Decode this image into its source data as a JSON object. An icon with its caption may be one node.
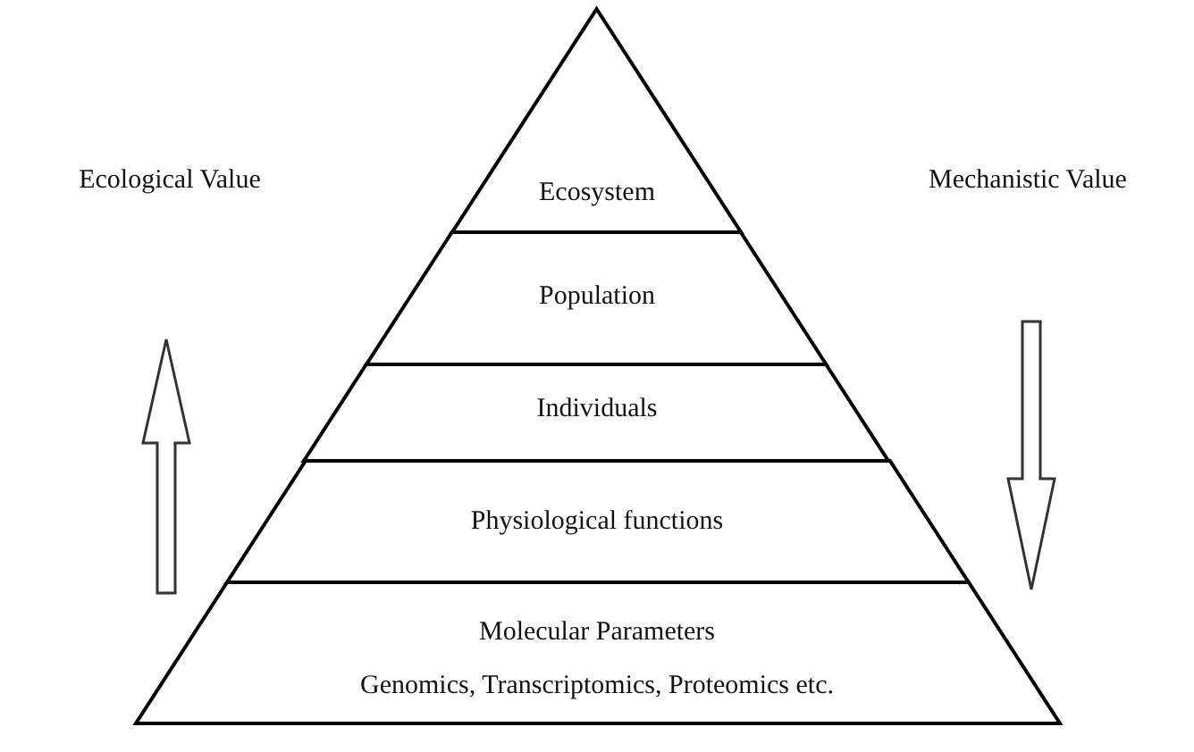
{
  "diagram": {
    "nodes": [
      {
        "text": [
          "Ecosystem"
        ]
      },
      {
        "text": [
          "Population"
        ]
      },
      {
        "text": [
          "Individuals"
        ]
      },
      {
        "text": [
          "Physiological functions"
        ]
      },
      {
        "text": [
          "Molecular Parameters",
          "Genomics, Transcriptomics, Proteomics etc."
        ]
      }
    ],
    "labels": [
      "Ecological Value",
      "Mechanistic Value"
    ]
  }
}
